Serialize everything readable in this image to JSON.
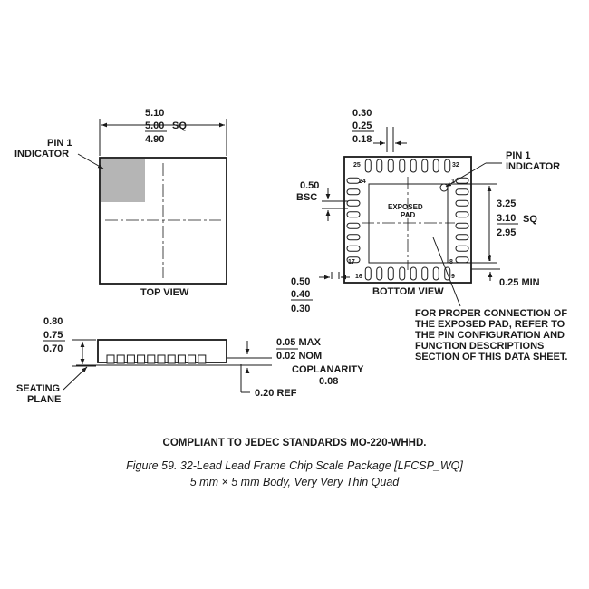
{
  "top_view": {
    "dim_max": "5.10",
    "dim_nom": "5.00",
    "dim_min": "4.90",
    "dim_suffix": "SQ",
    "pin1_line1": "PIN 1",
    "pin1_line2": "INDICATOR",
    "view_label": "TOP VIEW"
  },
  "bottom_view": {
    "lead_w_max": "0.30",
    "lead_w_nom": "0.25",
    "lead_w_min": "0.18",
    "pitch_1": "0.50",
    "pitch_2": "BSC",
    "pad_max": "3.25",
    "pad_nom": "3.10",
    "pad_min": "2.95",
    "pad_suffix": "SQ",
    "pin1_line1": "PIN 1",
    "pin1_line2": "INDICATOR",
    "exposed_1": "EXPOSED",
    "exposed_2": "PAD",
    "pin_numbers": [
      "25",
      "32",
      "24",
      "1",
      "17",
      "8",
      "16",
      "9"
    ],
    "lead_len_max": "0.50",
    "lead_len_nom": "0.40",
    "lead_len_min": "0.30",
    "edge_min": "0.25 MIN",
    "view_label": "BOTTOM VIEW",
    "note_lines": [
      "FOR PROPER CONNECTION OF",
      "THE EXPOSED PAD, REFER TO",
      "THE PIN CONFIGURATION AND",
      "FUNCTION DESCRIPTIONS",
      "SECTION OF THIS DATA SHEET."
    ]
  },
  "side_view": {
    "h_max": "0.80",
    "h_nom": "0.75",
    "h_min": "0.70",
    "stand_max": "0.05 MAX",
    "stand_nom": "0.02 NOM",
    "coplanarity": "COPLANARITY",
    "coplanarity_val": "0.08",
    "seating_1": "SEATING",
    "seating_2": "PLANE",
    "ref": "0.20 REF"
  },
  "footer": {
    "jedec": "COMPLIANT TO JEDEC STANDARDS MO-220-WHHD.",
    "caption_1": "Figure 59. 32-Lead Lead Frame Chip Scale Package [LFCSP_WQ]",
    "caption_2": "5 mm × 5 mm Body, Very Very Thin Quad"
  },
  "colors": {
    "ink": "#1a1a1a",
    "pin1_marker": "#b5b5b5"
  }
}
